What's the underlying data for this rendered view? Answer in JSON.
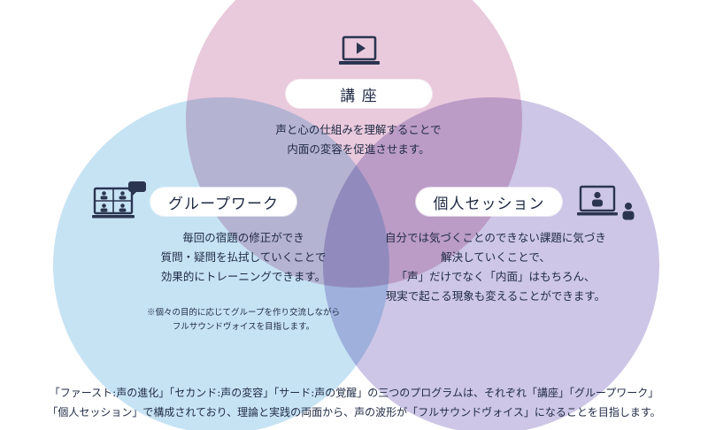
{
  "colors": {
    "course_circle": "#e9c9dc",
    "group_circle": "#c6e3f4",
    "session_circle": "#cdc6e6",
    "text": "#1f2a44",
    "icon": "#2b3550"
  },
  "course": {
    "title": "講 座",
    "line1": "声と心の仕組みを理解することで",
    "line2": "内面の変容を促進させます。",
    "icon": "laptop-play-icon"
  },
  "group": {
    "title": "グループワーク",
    "line1": "毎回の宿題の修正ができ",
    "line2": "質問・疑問を払拭していくことで",
    "line3": "効果的にトレーニングできます。",
    "note1": "※個々の目的に応じてグループを作り交流しながら",
    "note2": "フルサウンドヴォイスを目指します。",
    "icon": "group-video-call-icon"
  },
  "session": {
    "title": "個人セッション",
    "line1": "自分では気づくことのできない課題に気づき",
    "line2": "解決していくことで、",
    "line3": "「声」だけでなく「内面」はもちろん、",
    "line4": "現実で起こる現象も変えることができます。",
    "icon": "personal-video-session-icon"
  },
  "footer": {
    "line1": "「ファースト:声の進化」「セカンド:声の変容」「サード:声の覚醒」の三つのプログラムは、それぞれ「講座」「グループワーク」",
    "line2": "「個人セッション」で構成されており、理論と実践の両面から、声の波形が「フルサウンドヴォイス」になることを目指します。"
  }
}
